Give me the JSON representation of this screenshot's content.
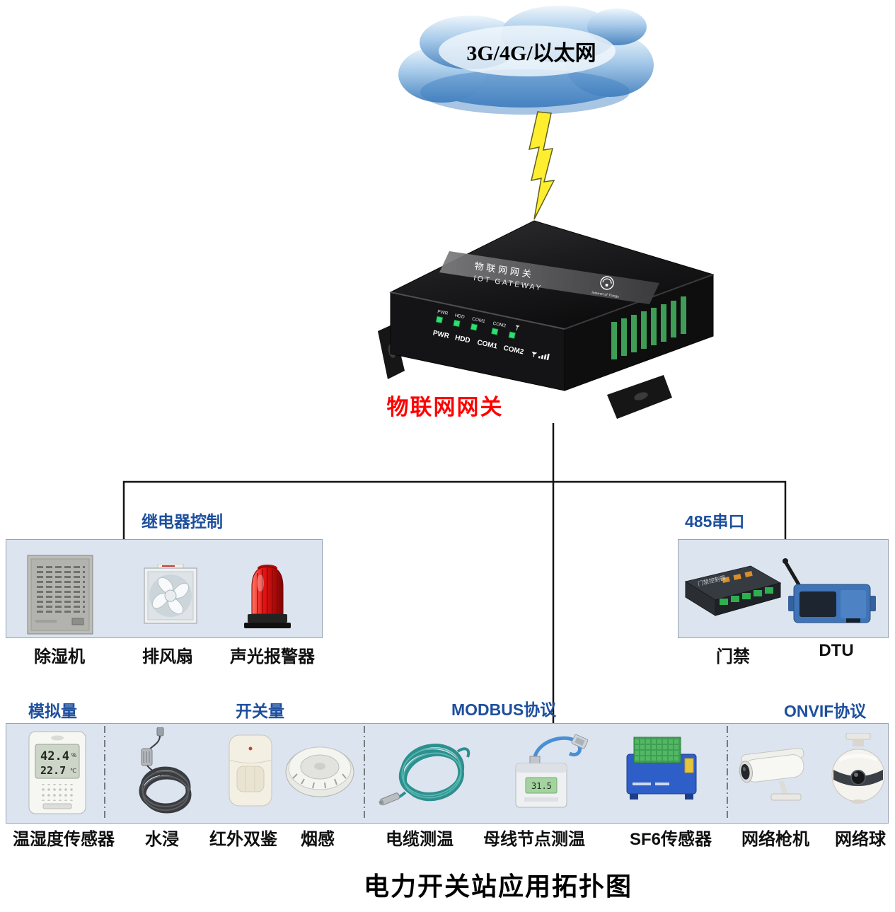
{
  "cloud": {
    "label": "3G/4G/以太网"
  },
  "gateway": {
    "label": "物联网网关",
    "device_name_cn": "物联网网关",
    "device_name_en": "IOT GATEWAY",
    "logo_text": "Internet of Things",
    "led_labels": [
      "PWR",
      "HDD",
      "COM1",
      "COM2"
    ]
  },
  "groups": {
    "relay": {
      "label": "继电器控制",
      "devices": [
        {
          "name": "除湿机"
        },
        {
          "name": "排风扇"
        },
        {
          "name": "声光报警器"
        }
      ]
    },
    "serial485": {
      "label": "485串口",
      "devices": [
        {
          "name": "门禁",
          "panel_text": "门禁控制器"
        },
        {
          "name": "DTU"
        }
      ]
    },
    "analog": {
      "label": "模拟量",
      "devices": [
        {
          "name": "温湿度传感器",
          "display_top": "42.4",
          "unit_top": "%",
          "display_bottom": "22.7",
          "unit_bottom": "℃"
        }
      ]
    },
    "digital": {
      "label": "开关量",
      "devices": [
        {
          "name": "水浸"
        },
        {
          "name": "红外双鉴"
        },
        {
          "name": "烟感"
        }
      ]
    },
    "modbus": {
      "label": "MODBUS协议",
      "devices": [
        {
          "name": "电缆测温"
        },
        {
          "name": "母线节点测温",
          "display": "31.5"
        },
        {
          "name": "SF6传感器"
        }
      ]
    },
    "onvif": {
      "label": "ONVIF协议",
      "devices": [
        {
          "name": "网络枪机"
        },
        {
          "name": "网络球"
        }
      ]
    }
  },
  "title": "电力开关站应用拓扑图",
  "colors": {
    "accent_blue": "#1d4f9e",
    "label_red": "#ff0000",
    "panel_bg": "#dce4ef",
    "led_green": "#2ee06e"
  }
}
